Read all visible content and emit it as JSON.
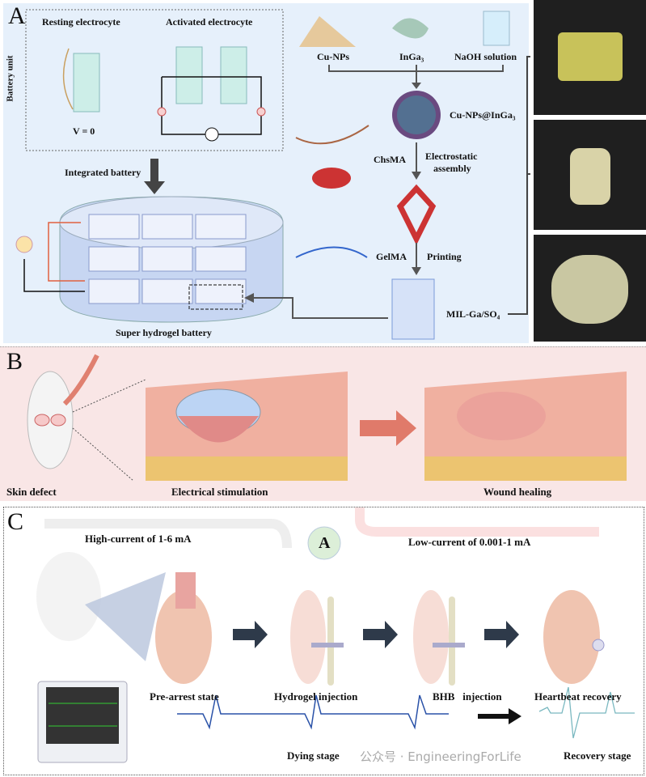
{
  "panel_a": {
    "letter": "A",
    "battery_unit": "Battery unit",
    "resting": "Resting electrocyte",
    "activated": "Activated electrocyte",
    "voltage": "V = 0",
    "integrated": "Integrated battery",
    "super_battery": "Super hydrogel battery",
    "cu_nps": "Cu-NPs",
    "inga3": "InGa₃",
    "naoh": "NaOH solution",
    "composite": "Cu-NPs@InGa₃",
    "chsma": "ChsMA",
    "electrostatic": "Electrostatic",
    "assembly": "assembly",
    "gelma": "GelMA",
    "printing": "Printing",
    "mil": "MIL-Ga/SO₄"
  },
  "panel_b": {
    "letter": "B",
    "skin_defect": "Skin defect",
    "stimulation": "Electrical stimulation",
    "healing": "Wound healing"
  },
  "panel_c": {
    "letter": "C",
    "high_current": "High-current of 1-6 mA",
    "badge": "A",
    "low_current": "Low-current of 0.001-1 mA",
    "pre_arrest": "Pre-arrest state",
    "hydrogel_injection": "Hydrogel injection",
    "bhb_injection": "BHB   injection",
    "recovery": "Heartbeat recovery",
    "dying": "Dying stage",
    "recovery_stage": "Recovery stage"
  },
  "watermark": "公众号 · EngineeringForLife",
  "colors": {
    "panel_a_bg": "#e6f0fb",
    "panel_b_bg": "#f9e6e6",
    "ecg_blue": "#2a52a8",
    "heart": "#f0c4b0"
  }
}
